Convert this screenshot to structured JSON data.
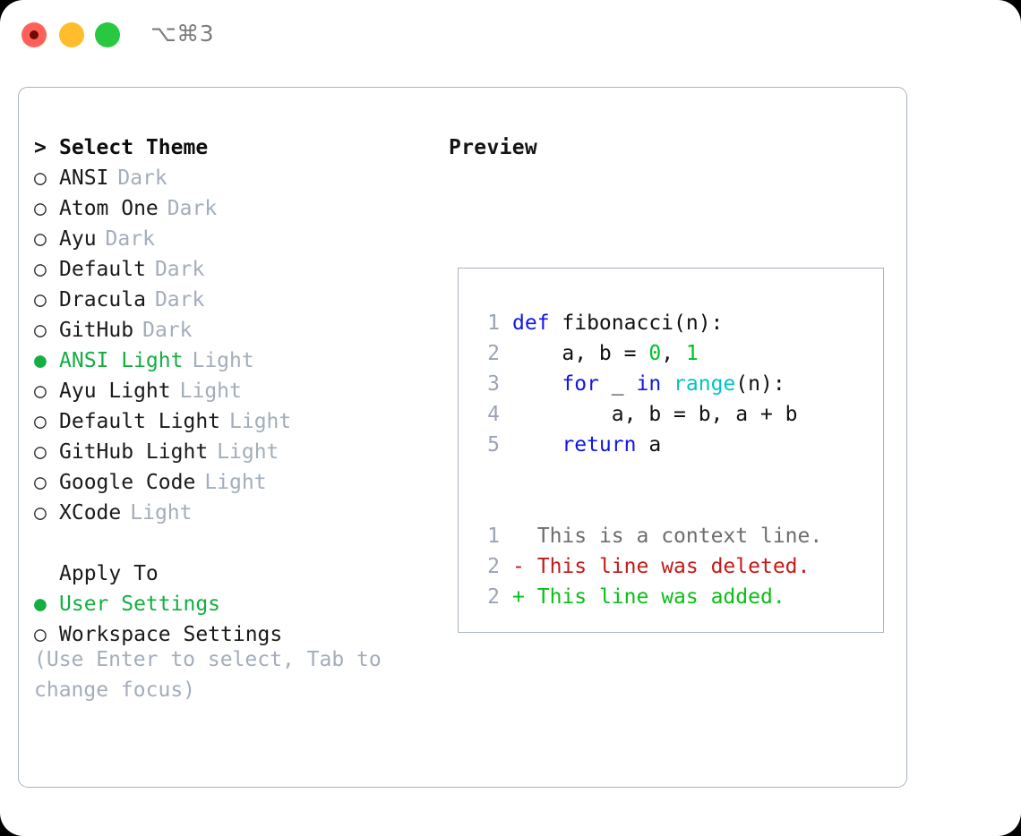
{
  "titlebar": {
    "shortcut": "⌥⌘3",
    "buttons": [
      {
        "name": "close",
        "color": "#ff6159"
      },
      {
        "name": "minimize",
        "color": "#ffbd2e"
      },
      {
        "name": "maximize",
        "color": "#28c840"
      }
    ]
  },
  "colors": {
    "accent_green": "#14ae41",
    "muted": "#a3adbb",
    "border": "#a9b3c2",
    "keyword": "#1116e8",
    "number": "#00bf2a",
    "builtin": "#00c5c5",
    "diff_add": "#0abf17",
    "diff_del": "#c41a1a",
    "diff_ctx": "#6d6d6d"
  },
  "theme_list": {
    "heading": "Select Theme",
    "heading_marker": ">",
    "marker_selected": "●",
    "marker_unselected": "○",
    "items": [
      {
        "label": "ANSI",
        "variant": "Dark",
        "selected": false
      },
      {
        "label": "Atom One",
        "variant": "Dark",
        "selected": false
      },
      {
        "label": "Ayu",
        "variant": "Dark",
        "selected": false
      },
      {
        "label": "Default",
        "variant": "Dark",
        "selected": false
      },
      {
        "label": "Dracula",
        "variant": "Dark",
        "selected": false
      },
      {
        "label": "GitHub",
        "variant": "Dark",
        "selected": false
      },
      {
        "label": "ANSI Light",
        "variant": "Light",
        "selected": true
      },
      {
        "label": "Ayu Light",
        "variant": "Light",
        "selected": false
      },
      {
        "label": "Default Light",
        "variant": "Light",
        "selected": false
      },
      {
        "label": "GitHub Light",
        "variant": "Light",
        "selected": false
      },
      {
        "label": "Google Code",
        "variant": "Light",
        "selected": false
      },
      {
        "label": "XCode",
        "variant": "Light",
        "selected": false
      }
    ]
  },
  "apply_to": {
    "title": "Apply To",
    "items": [
      {
        "label": "User Settings",
        "selected": true
      },
      {
        "label": "Workspace Settings",
        "selected": false
      }
    ]
  },
  "hint": "(Use Enter to select, Tab to change focus)",
  "preview": {
    "title": "Preview",
    "code_lines": [
      {
        "no": "1",
        "tokens": [
          {
            "t": "def ",
            "c": "kw"
          },
          {
            "t": "fibonacci(n):",
            "c": "plain"
          }
        ]
      },
      {
        "no": "2",
        "tokens": [
          {
            "t": "    a, b = ",
            "c": "plain"
          },
          {
            "t": "0",
            "c": "num"
          },
          {
            "t": ", ",
            "c": "plain"
          },
          {
            "t": "1",
            "c": "num"
          }
        ]
      },
      {
        "no": "3",
        "tokens": [
          {
            "t": "    ",
            "c": "plain"
          },
          {
            "t": "for",
            "c": "kw"
          },
          {
            "t": " _ ",
            "c": "plain"
          },
          {
            "t": "in",
            "c": "kw"
          },
          {
            "t": " ",
            "c": "plain"
          },
          {
            "t": "range",
            "c": "fn"
          },
          {
            "t": "(n):",
            "c": "plain"
          }
        ]
      },
      {
        "no": "4",
        "tokens": [
          {
            "t": "        a, b = b, a + b",
            "c": "plain"
          }
        ]
      },
      {
        "no": "5",
        "tokens": [
          {
            "t": "    ",
            "c": "plain"
          },
          {
            "t": "return",
            "c": "kw"
          },
          {
            "t": " a",
            "c": "plain"
          }
        ]
      }
    ],
    "diff_lines": [
      {
        "no": "1",
        "sign": " ",
        "text": "This is a context line.",
        "kind": "ctx"
      },
      {
        "no": "2",
        "sign": "-",
        "text": "This line was deleted.",
        "kind": "del"
      },
      {
        "no": "2",
        "sign": "+",
        "text": "This line was added.",
        "kind": "add"
      }
    ]
  }
}
